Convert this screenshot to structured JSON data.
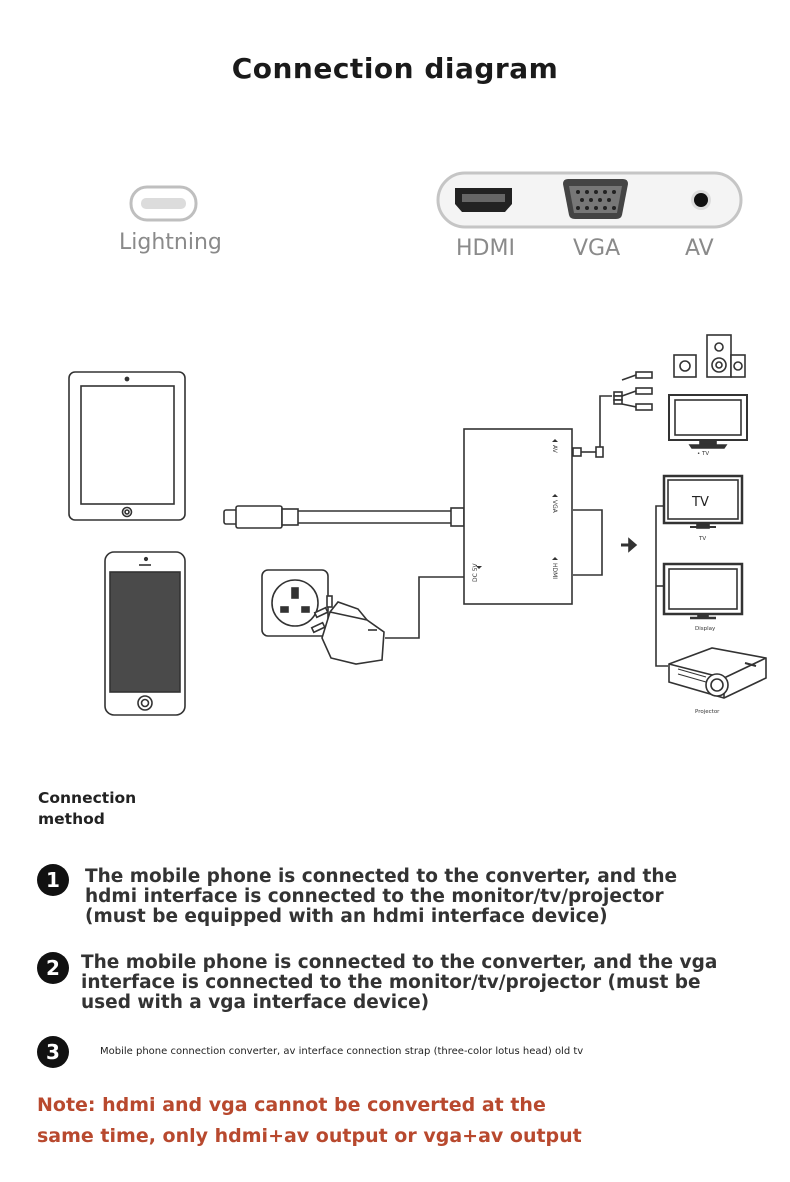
{
  "title": "Connection diagram",
  "ports": {
    "lightning": "Lightning",
    "hdmi": "HDMI",
    "vga": "VGA",
    "av": "AV"
  },
  "converter_labels": {
    "av": "AV",
    "vga": "VGA",
    "hdmi": "HDMI",
    "dc": "DC 5V"
  },
  "devices": {
    "tv_screen_text": "TV",
    "tv_top_label": "• TV",
    "tv_label": "TV",
    "display_label": "Display",
    "projector_label": "Projector"
  },
  "method": {
    "heading": "Connection method",
    "steps": [
      {
        "number": "1",
        "text": "The mobile phone is connected to the converter, and the hdmi interface is connected to the monitor/tv/projector (must be equipped with an hdmi interface device)"
      },
      {
        "number": "2",
        "text": "The mobile phone is connected to the converter, and the vga interface is connected to the monitor/tv/projector (must be used with a vga interface device)"
      },
      {
        "number": "3",
        "text": "Mobile phone connection converter, av interface connection strap (three-color lotus head) old tv"
      }
    ]
  },
  "note": "Note: hdmi and vga cannot be converted at the same time, only hdmi+av output or vga+av output",
  "colors": {
    "note": "#b8492e",
    "port_label": "#8a8a8a",
    "line": "#333333"
  }
}
